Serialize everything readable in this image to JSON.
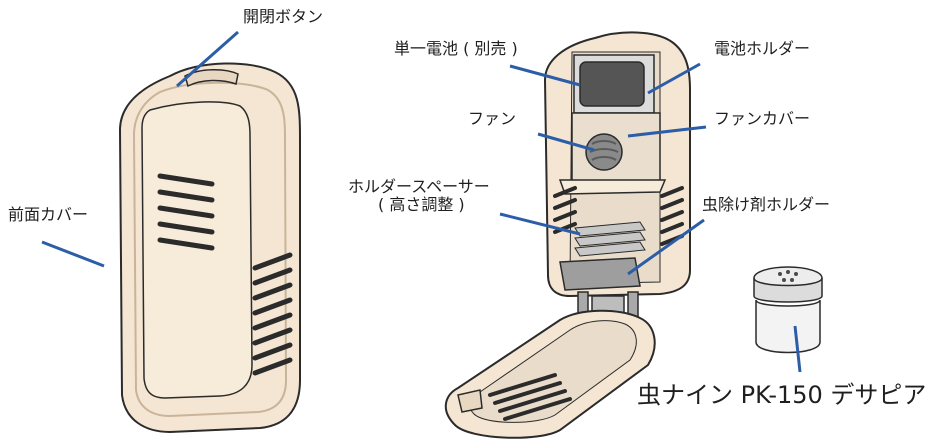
{
  "labels": {
    "open_close_button": "開閉ボタン",
    "front_cover": "前面カバー",
    "battery": "単一電池 ( 別売 )",
    "battery_holder": "電池ホルダー",
    "fan": "ファン",
    "fan_cover": "ファンカバー",
    "holder_spacer_line1": "ホルダースペーサー",
    "holder_spacer_line2": "( 高さ調整 )",
    "repellent_holder": "虫除け剤ホルダー",
    "product": "虫ナイン PK-150 デサピア"
  },
  "colors": {
    "body_fill": "#f4e6d2",
    "outline": "#2b2b2b",
    "leader_line": "#2c5ea8",
    "inner_shadow": "#d9c8b4",
    "battery_dark": "#555555",
    "holder_gray": "#c8c8c8"
  }
}
